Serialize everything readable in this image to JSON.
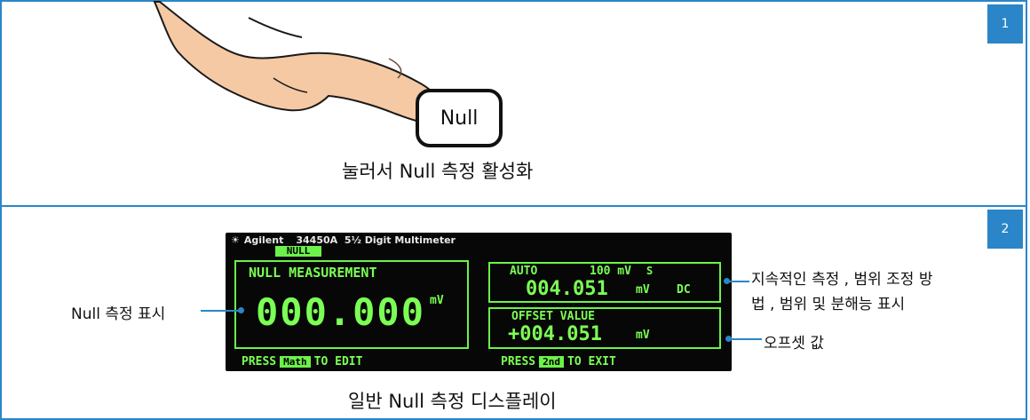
{
  "step1": {
    "badge": "1",
    "key_label": "Null",
    "caption": "눌러서 Null 측정 활성화"
  },
  "step2": {
    "badge": "2",
    "caption": "일반 Null 측정 디스플레이"
  },
  "meter": {
    "brand": "Agilent",
    "model": "34450A",
    "model_desc": "5½ Digit Multimeter",
    "null_tag": "NULL",
    "main_title": "NULL MEASUREMENT",
    "main_value": "000.000",
    "main_unit": "mV",
    "auto_label": "AUTO",
    "range": "100 mV",
    "range_flag": "S",
    "reading": "004.051",
    "reading_unit": "mV",
    "reading_mode": "DC",
    "offset_title": "OFFSET VALUE",
    "offset_value": "+004.051",
    "offset_unit": "mV",
    "press_left": "PRESS",
    "key_math": "Math",
    "to_edit": "TO EDIT",
    "press_right": "PRESS",
    "key_2nd": "2nd",
    "to_exit": "TO EXIT"
  },
  "callouts": {
    "null_display": "Null 측정 표시",
    "continuous_line1": "지속적인 측정 , 범위 조정 방",
    "continuous_line2": "법 , 범위 및 분해능 표시",
    "offset": "오프셋 값"
  },
  "colors": {
    "accent": "#2a86c8",
    "display_green": "#7bff55",
    "display_bg": "#070707"
  }
}
